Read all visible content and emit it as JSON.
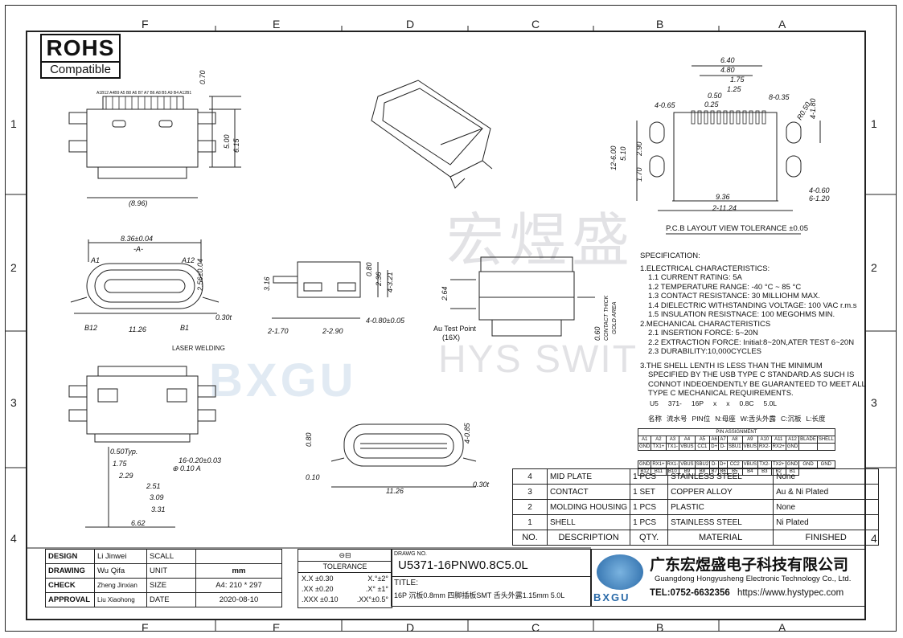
{
  "rohs": {
    "title": "ROHS",
    "subtitle": "Compatible"
  },
  "zones": {
    "top": [
      "F",
      "E",
      "D",
      "C",
      "B",
      "A"
    ],
    "side": [
      "1",
      "2",
      "3",
      "4"
    ]
  },
  "watermark": {
    "cn": "宏煜盛",
    "en": "HYS SWIT",
    "logo": "BXGU"
  },
  "dims": {
    "top_view": [
      "0.70",
      "5.00",
      "6.15",
      "(8.96)"
    ],
    "pin_labels_top": "A1B12 A4B9 A5 B8 A6 B7 A7 B6 A8 B5 A9 B4 A12B1",
    "front": [
      "8.36±0.04",
      "-A-",
      "A1",
      "A12",
      "2.56±0.04",
      "B12",
      "B1",
      "11.26",
      "0.30t"
    ],
    "side": [
      "3.16",
      "0.80",
      "2.36",
      "4-3.21",
      "2-1.70",
      "2-2.90",
      "4-0.80±0.05"
    ],
    "contact": [
      "2.64",
      "Au Test Point",
      "(16X)",
      "0.60",
      "CONTACT THICK",
      "GOLD AREA"
    ],
    "bottom": [
      "LASER WELDING",
      "0.50Typ.",
      "1.75",
      "2.29",
      "2.51",
      "3.09",
      "3.31",
      "6.62",
      "16-0.20±0.03",
      "⊕ 0.10 A"
    ],
    "end": [
      "0.80",
      "4-0.85",
      "0.10",
      "11.26",
      "0.30t"
    ],
    "pcb": [
      "6.40",
      "4.80",
      "1.75",
      "1.25",
      "0.50",
      "0.25",
      "8-0.35",
      "4-0.65",
      "4-1.80",
      "R0.50",
      "12-6.00",
      "5.10",
      "2.90",
      "1.70",
      "9.36",
      "2-11.24",
      "4-0.60",
      "6-1.20"
    ]
  },
  "pcb_title": "P.C.B LAYOUT VIEW TOLERANCE ±0.05",
  "spec_lines": [
    "SPECIFICATION:",
    "1.ELECTRICAL CHARACTERISTICS:",
    "  1.1 CURRENT RATING: 5A",
    "  1.2 TEMPERATURE RANGE: -40 °C ~ 85 °C",
    "  1.3 CONTACT RESISTANCE: 30 MILLIOHM MAX.",
    "  1.4 DIELECTRIC WITHSTANDING VOLTAGE: 100 VAC r.m.s",
    "  1.5 INSULATION RESISTNACE: 100 MEGOHMS MIN.",
    "2.MECHANICAL CHARACTERISTICS",
    "  2.1 INSERTION FORCE: 5~20N",
    "  2.2 EXTRACTION FORCE: Initial:8~20N,ATER TEST 6~20N",
    "  2.3 DURABILITY:10,000CYCLES",
    "3.THE SHELL LENTH IS LESS THAN THE MINIMUM",
    "  SPECIFIED BY THE USB TYPE C STANDARD.AS SUCH IS",
    "  CONNOT INDEOENDENTLY BE GUARANTEED TO MEET ALL",
    "  TYPE C    MECHANICAL REQUIREMENTS."
  ],
  "part_code": {
    "codes": [
      "U5",
      "371-",
      "16P",
      "x",
      "x",
      "0.8C",
      "5.0L"
    ],
    "labels": [
      "名称",
      "流水号",
      "PIN位",
      "N:母座",
      "W:舌头外露",
      "C:沉板",
      "L:长度"
    ]
  },
  "pin_assignment": {
    "title": "PIN ASSIGNMENT",
    "top_row": [
      "A1",
      "A2",
      "A3",
      "A4",
      "A5",
      "A6",
      "A7",
      "A8",
      "A9",
      "A10",
      "A11",
      "A12",
      "BLADE",
      "SHELL"
    ],
    "top_sig": [
      "GND",
      "TX1+",
      "TX1-",
      "VBUS",
      "CC1",
      "D+",
      "D-",
      "SBU1",
      "VBUS",
      "RX2-",
      "RX2+",
      "GND"
    ],
    "bot_sig": [
      "RX1+",
      "RX1-",
      "VBUS",
      "SBU2",
      "D-",
      "D+",
      "CC2",
      "VBUS",
      "TX2-",
      "TX2+",
      "GND"
    ],
    "bot_row": [
      "B12",
      "B11",
      "B10",
      "B9",
      "B8",
      "B7",
      "B6",
      "B5",
      "B4",
      "B3",
      "B2",
      "B1"
    ],
    "blade": "GND",
    "shell": "GND"
  },
  "bom": {
    "rows": [
      [
        "4",
        "MID PLATE",
        "1 PCS",
        "STAINLESS STEEL",
        "None"
      ],
      [
        "3",
        "CONTACT",
        "1 SET",
        "COPPER ALLOY",
        "Au & Ni Plated"
      ],
      [
        "2",
        "MOLDING HOUSING",
        "1 PCS",
        "PLASTIC",
        "None"
      ],
      [
        "1",
        "SHELL",
        "1 PCS",
        "STAINLESS STEEL",
        "Ni Plated"
      ]
    ],
    "header": [
      "NO.",
      "DESCRIPTION",
      "QTY.",
      "MATERIAL",
      "FINISHED"
    ]
  },
  "title_block": {
    "design": [
      "DESIGN",
      "Li Jinwei",
      "SCALL",
      ""
    ],
    "drawing": [
      "DRAWING",
      "Wu Qifa",
      "UNIT",
      "mm"
    ],
    "check": [
      "CHECK",
      "Zheng Jinxian",
      "SIZE",
      "A4: 210 * 297"
    ],
    "approval": [
      "APPROVAL",
      "Liu Xiaohong",
      "DATE",
      "2020-08-10"
    ],
    "tolerance_title": "TOLERANCE",
    "tolerance": [
      [
        "X.X  ±0.30",
        "X.°±2°"
      ],
      [
        ".XX  ±0.20",
        ".X° ±1°"
      ],
      [
        ".XXX  ±0.10",
        ".XX°±0.5°"
      ]
    ],
    "drawing_no_label": "DRAWG NO.",
    "drawing_no": "U5371-16PNW0.8C5.0L",
    "title_label": "TITLE:",
    "title": "16P 沉板0.8mm 四脚插板SMT 舌头外露1.15mm 5.0L"
  },
  "company": {
    "cn": "广东宏煜盛电子科技有限公司",
    "en": "Guangdong Hongyusheng Electronic Technology Co., Ltd.",
    "tel": "TEL:0752-6632356",
    "url": "https://www.hystypec.com",
    "logo": "BXGU"
  }
}
